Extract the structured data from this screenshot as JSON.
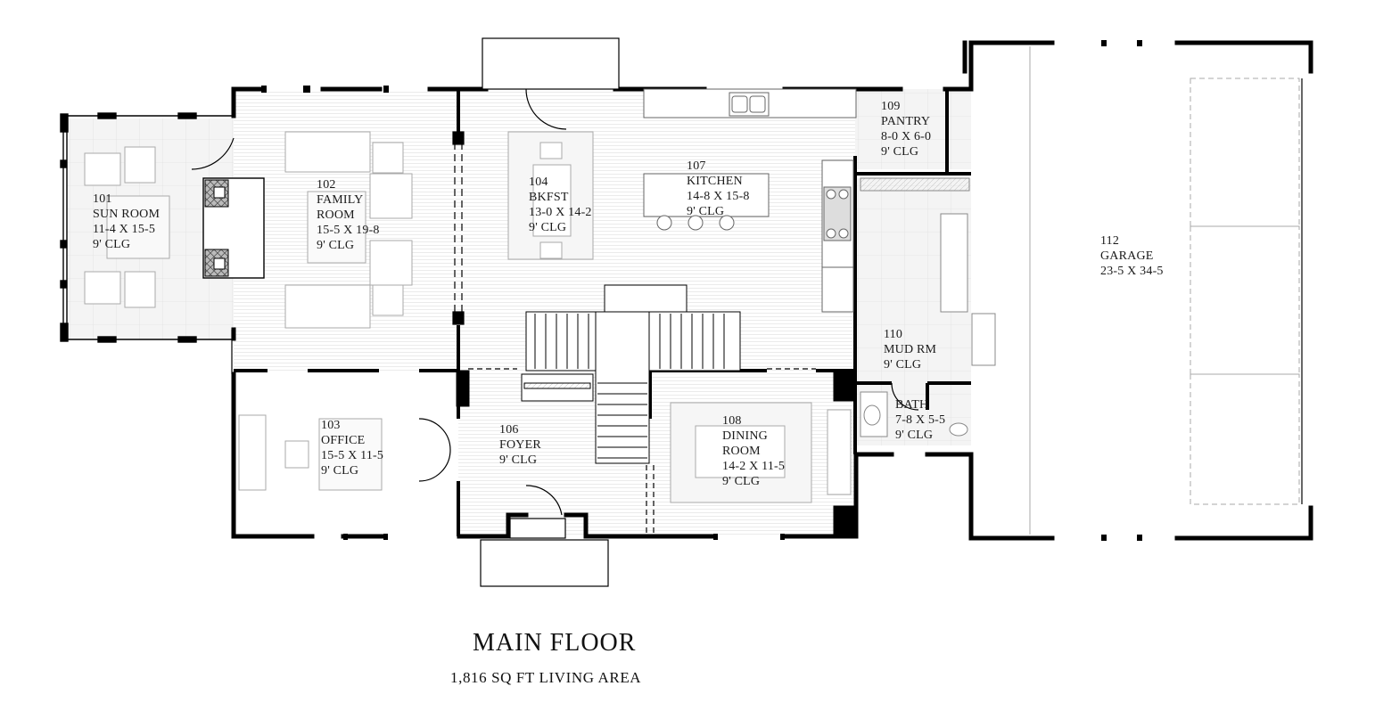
{
  "title": "MAIN FLOOR",
  "subtitle": "1,816 SQ FT LIVING AREA",
  "rooms": {
    "sun_room": {
      "number": "101",
      "name": "SUN ROOM",
      "size": "11-4 X 15-5",
      "ceiling": "9' CLG"
    },
    "family_room": {
      "number": "102",
      "name1": "FAMILY",
      "name2": "ROOM",
      "size": "15-5 X 19-8",
      "ceiling": "9' CLG"
    },
    "office": {
      "number": "103",
      "name": "OFFICE",
      "size": "15-5 X 11-5",
      "ceiling": "9' CLG"
    },
    "bkfst": {
      "number": "104",
      "name": "BKFST",
      "size": "13-0 X 14-2",
      "ceiling": "9' CLG"
    },
    "foyer": {
      "number": "106",
      "name": "FOYER",
      "ceiling": "9' CLG"
    },
    "kitchen": {
      "number": "107",
      "name": "KITCHEN",
      "size": "14-8 X 15-8",
      "ceiling": "9' CLG"
    },
    "dining_room": {
      "number": "108",
      "name1": "DINING",
      "name2": "ROOM",
      "size": "14-2 X 11-5",
      "ceiling": "9' CLG"
    },
    "pantry": {
      "number": "109",
      "name": "PANTRY",
      "size": "8-0 X 6-0",
      "ceiling": "9' CLG"
    },
    "mud_rm": {
      "number": "110",
      "name": "MUD RM",
      "ceiling": "9' CLG"
    },
    "bath": {
      "name": "BATH",
      "size": "7-8 X 5-5",
      "ceiling": "9' CLG"
    },
    "garage": {
      "number": "112",
      "name": "GARAGE",
      "size": "23-5 X 34-5"
    }
  }
}
